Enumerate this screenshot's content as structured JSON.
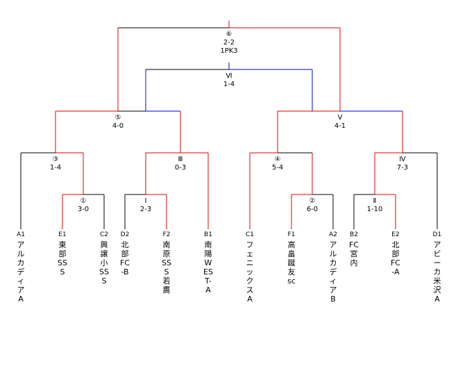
{
  "colors": {
    "win": "#e00000",
    "blue": "#0000e0",
    "line": "#000000"
  },
  "teams": [
    {
      "code": "A1",
      "name": "アルカディアA"
    },
    {
      "code": "E1",
      "name": "東部SSS"
    },
    {
      "code": "C2",
      "name": "興譲小SSS"
    },
    {
      "code": "D2",
      "name": "北部FC-B"
    },
    {
      "code": "F2",
      "name": "南原SSS若鷹"
    },
    {
      "code": "B1",
      "name": "南陽WEST-A"
    },
    {
      "code": "C1",
      "name": "フェニックスA"
    },
    {
      "code": "F1",
      "name": "高畠蹴友sc"
    },
    {
      "code": "A2",
      "name": "アルカディアB"
    },
    {
      "code": "B2",
      "name": "FC宮内"
    },
    {
      "code": "E2",
      "name": "北部FC-A"
    },
    {
      "code": "D1",
      "name": "アビーカ米沢A"
    }
  ],
  "matches": {
    "m1": {
      "label": "①",
      "score": "3-0"
    },
    "m2": {
      "label": "②",
      "score": "6-0"
    },
    "m3": {
      "label": "③",
      "score": "1-4"
    },
    "m4": {
      "label": "④",
      "score": "5-4"
    },
    "mI": {
      "label": "Ⅰ",
      "score": "2-3"
    },
    "mII": {
      "label": "Ⅱ",
      "score": "1-10"
    },
    "mIII": {
      "label": "Ⅲ",
      "score": "0-3"
    },
    "mIV": {
      "label": "Ⅳ",
      "score": "7-3"
    },
    "m5": {
      "label": "⑤",
      "score": "4-0"
    },
    "mV": {
      "label": "Ⅴ",
      "score": "4-1"
    },
    "mVI": {
      "label": "Ⅵ",
      "score": "1-4"
    },
    "m6": {
      "label": "⑥",
      "score": "2-2",
      "extra": "1PK3"
    }
  }
}
